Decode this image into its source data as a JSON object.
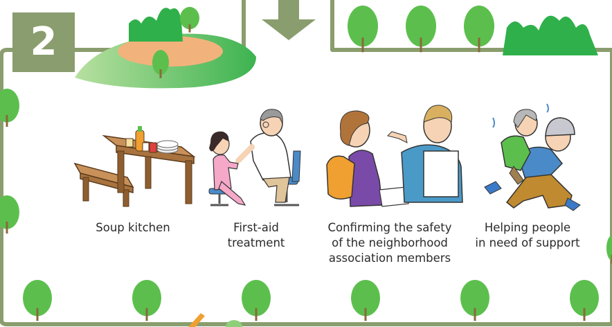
{
  "step": {
    "number": "2"
  },
  "colors": {
    "path": "#8a9d6e",
    "tree": "#5cbf4d",
    "tree_trunk": "#8a6a3a",
    "bush": "#2fb04a",
    "hill": "#55c25a",
    "clearing": "#f2b27c",
    "skin": "#f6d3b4",
    "orange_accent": "#f0a030"
  },
  "activities": [
    {
      "id": "soup-kitchen",
      "lines": [
        "Soup kitchen"
      ]
    },
    {
      "id": "first-aid",
      "lines": [
        "First-aid",
        "treatment"
      ]
    },
    {
      "id": "safety-check",
      "lines": [
        "Confirming the safety",
        "of  the neighborhood",
        "association members"
      ]
    },
    {
      "id": "helping",
      "lines": [
        "Helping people",
        "in need of support"
      ]
    }
  ]
}
